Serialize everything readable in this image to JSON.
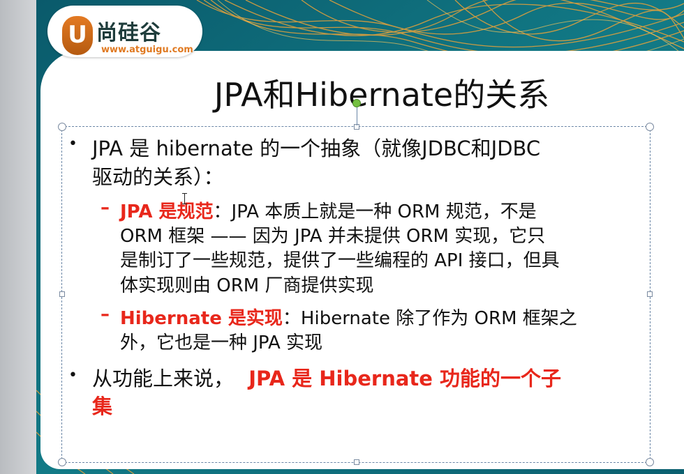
{
  "brand": {
    "logo_letter": "U",
    "name": "尚硅谷",
    "url": "www.atguigu.com"
  },
  "slide": {
    "title": "JPA和Hibernate的关系",
    "bullet1": {
      "line1": "JPA 是 hibernate 的一个抽象（就像JDBC和JDBC",
      "line2": "驱动的关系）："
    },
    "sub1": {
      "label": "JPA 是规范",
      "line1": "：JPA 本质上就是一种  ORM 规范，不是",
      "line2": "ORM 框架 —— 因为 JPA 并未提供 ORM 实现，它只",
      "line3": "是制订了一些规范，提供了一些编程的 API 接口，但具",
      "line4": "体实现则由 ORM 厂商提供实现"
    },
    "sub2": {
      "label": "Hibernate 是实现",
      "line1": "：Hibernate 除了作为 ORM 框架之",
      "line2": "外，它也是一种 JPA 实现"
    },
    "bullet2": {
      "prefix": "从功能上来说，",
      "red1": "JPA 是 Hibernate 功能的一个子",
      "red2": "集"
    },
    "bullet_symbol": "•",
    "dash_symbol": "–"
  },
  "colors": {
    "slide_background": "#0f6a7a",
    "accent_orange": "#e8a23a",
    "emphasis_red": "#e8271b",
    "selection_border": "#6a86a6"
  }
}
